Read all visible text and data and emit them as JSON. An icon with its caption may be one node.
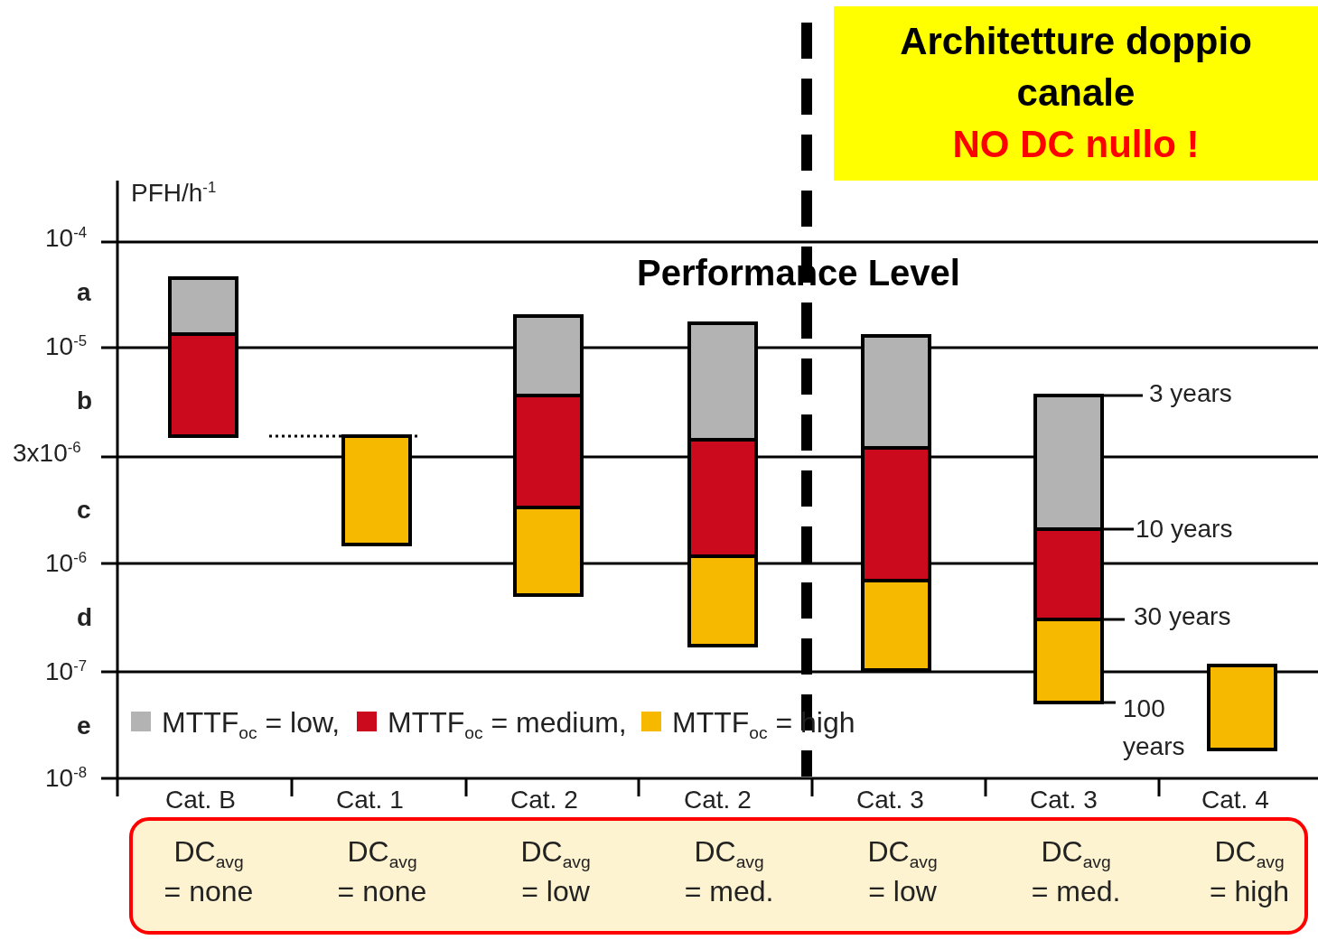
{
  "diagram": {
    "nodes": [
      {
        "text": [
          "Architetture doppio canale",
          "NO DC nullo !"
        ]
      },
      {
        "text": [
          "DC$_{avg}$ = none",
          "DC$_{avg}$ = none",
          "DC$_{avg}$ = low",
          "DC$_{avg}$ = med.",
          "DC$_{avg}$ = low",
          "DC$_{avg}$ = med.",
          "DC$_{avg}$ = high"
        ]
      }
    ],
    "edges": [],
    "labels": [
      "PFH/h$^{-1}$",
      "10$^{-4}$",
      "a",
      "Performance Level",
      "10$^{-5}$",
      "b",
      "3 years",
      "3x10$^{-6}$",
      "c",
      "10 years",
      "10$^{-6}$",
      "d",
      "30 years",
      "10$^{-7}$",
      "100 years",
      "e",
      "10$^{-8}$",
      "Cat. B",
      "Cat. 1",
      "Cat. 2",
      "Cat. 2",
      "Cat. 3",
      "Cat. 3",
      "Cat. 4"
    ],
    "legend": [
      {
        "text": "MTTF$_{oc}$ = low,",
        "color": "#b3b3b3"
      },
      {
        "text": "MTTF$_{oc}$ = medium,",
        "color": "#cc0a1e"
      },
      {
        "text": "MTTF$_{oc}$ = high",
        "color": "#f7b800"
      }
    ]
  }
}
